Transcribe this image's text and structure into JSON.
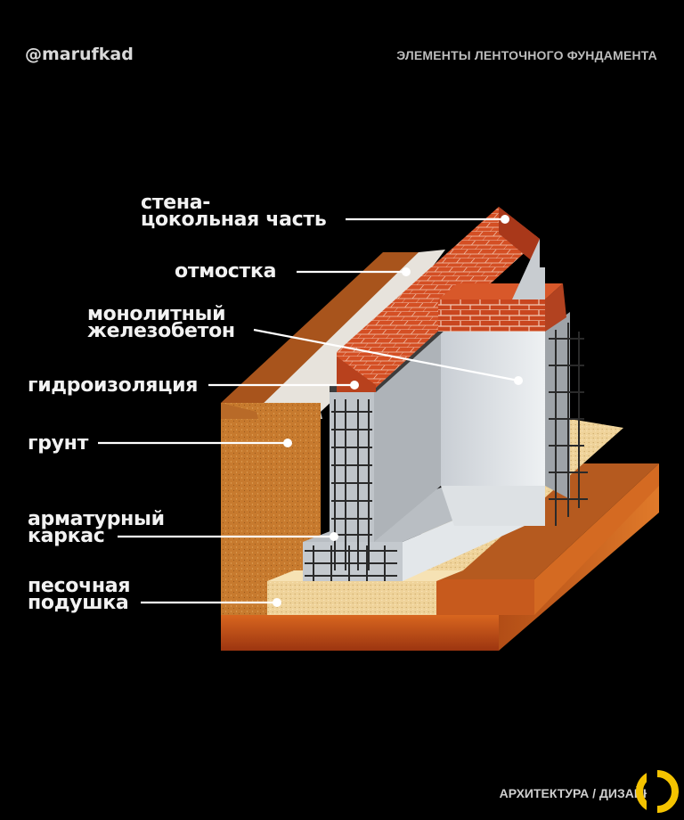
{
  "header": {
    "handle": "@marufkad",
    "title": "ЭЛЕМЕНТЫ ЛЕНТОЧНОГО ФУНДАМЕНТА"
  },
  "labels": {
    "wall": [
      "стена-",
      "цокольная часть"
    ],
    "blind_area": [
      "отмостка"
    ],
    "concrete": [
      "монолитный",
      "железобетон"
    ],
    "waterproofing": [
      "гидроизоляция"
    ],
    "soil": [
      "грунт"
    ],
    "rebar": [
      "арматурный",
      "каркас"
    ],
    "sand": [
      "песочная",
      "подушка"
    ]
  },
  "footer": {
    "caption": "АРХИТЕКТУРА / ДИЗАЙН"
  },
  "colors": {
    "background": "#000000",
    "brick": "#c9461f",
    "soil": "#c86a22",
    "sand": "#f0d49a",
    "concrete": "#d6dbe0",
    "logo": "#f4c300"
  }
}
